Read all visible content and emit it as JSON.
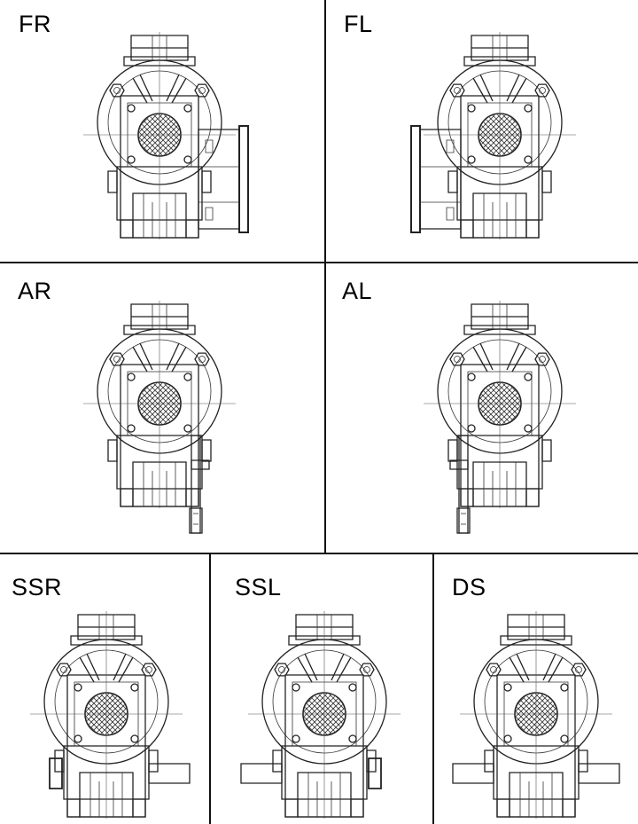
{
  "panels": [
    {
      "id": "fr",
      "label": "FR",
      "attachment": "flange-right"
    },
    {
      "id": "fl",
      "label": "FL",
      "attachment": "flange-left"
    },
    {
      "id": "ar",
      "label": "AR",
      "attachment": "arm-right"
    },
    {
      "id": "al",
      "label": "AL",
      "attachment": "arm-left"
    },
    {
      "id": "ssr",
      "label": "SSR",
      "attachment": "shaft-right"
    },
    {
      "id": "ssl",
      "label": "SSL",
      "attachment": "shaft-left"
    },
    {
      "id": "ds",
      "label": "DS",
      "attachment": "shaft-double"
    }
  ]
}
